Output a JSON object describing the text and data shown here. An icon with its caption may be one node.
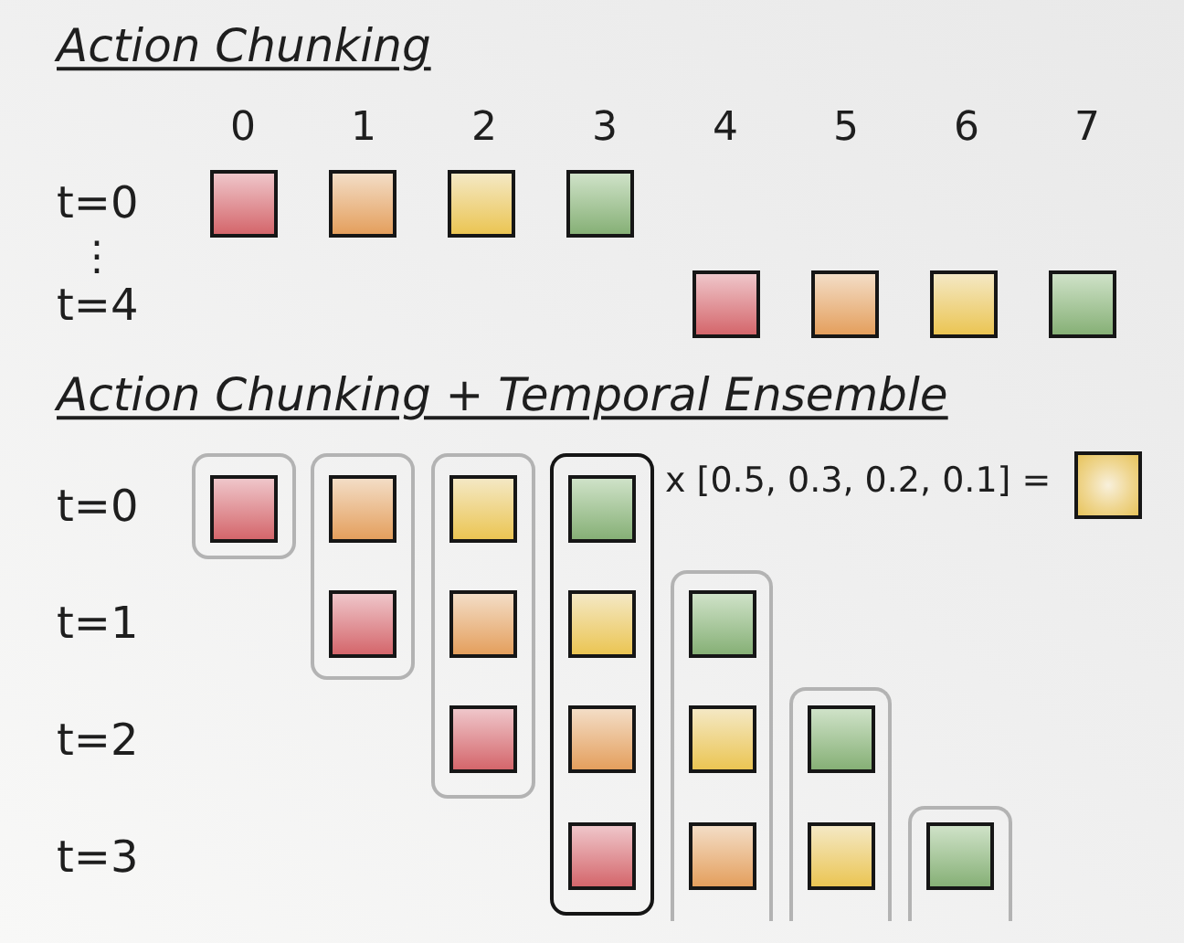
{
  "diagram": {
    "nodes": [
      {
        "text": [],
        "shape": "box"
      },
      {
        "text": [],
        "shape": "box"
      },
      {
        "text": [],
        "shape": "box"
      },
      {
        "text": [],
        "shape": "box"
      },
      {
        "text": [],
        "shape": "box"
      },
      {
        "text": [],
        "shape": "box"
      },
      {
        "text": [],
        "shape": "box"
      },
      {
        "text": [],
        "shape": "box"
      },
      {
        "text": [],
        "shape": "box"
      },
      {
        "text": [],
        "shape": "box"
      },
      {
        "text": [],
        "shape": "box"
      },
      {
        "text": [],
        "shape": "box"
      },
      {
        "text": [],
        "shape": "box",
        "in": 8
      },
      {
        "text": [],
        "shape": "box",
        "in": 9
      },
      {
        "text": [],
        "shape": "box",
        "in": 10
      },
      {
        "text": [],
        "shape": "box",
        "in": 11
      },
      {
        "text": [],
        "shape": "box"
      },
      {
        "text": [],
        "shape": "box"
      },
      {
        "text": [],
        "shape": "box",
        "in": 9
      },
      {
        "text": [],
        "shape": "box",
        "in": 10
      },
      {
        "text": [],
        "shape": "box",
        "in": 11
      },
      {
        "text": [],
        "shape": "box",
        "in": 17
      },
      {
        "text": [],
        "shape": "box"
      },
      {
        "text": [],
        "shape": "box",
        "in": 10
      },
      {
        "text": [],
        "shape": "box",
        "in": 11
      },
      {
        "text": [],
        "shape": "box",
        "in": 17
      },
      {
        "text": [],
        "shape": "box",
        "in": 22
      },
      {
        "text": [],
        "shape": "box"
      },
      {
        "text": [],
        "shape": "box",
        "in": 11
      },
      {
        "text": [],
        "shape": "box",
        "in": 17
      },
      {
        "text": [],
        "shape": "box",
        "in": 22
      },
      {
        "text": [],
        "shape": "box",
        "in": 27
      }
    ],
    "labels": [
      "Action Chunking",
      "0",
      "1",
      "2",
      "3",
      "4",
      "5",
      "6",
      "7",
      "t=0",
      "⋮",
      "t=4",
      "Action Chunking + Temporal Ensemble",
      "t=0",
      "x [0.5, 0.3, 0.2, 0.1] =",
      "t=1",
      "t=2",
      "t=3"
    ]
  }
}
